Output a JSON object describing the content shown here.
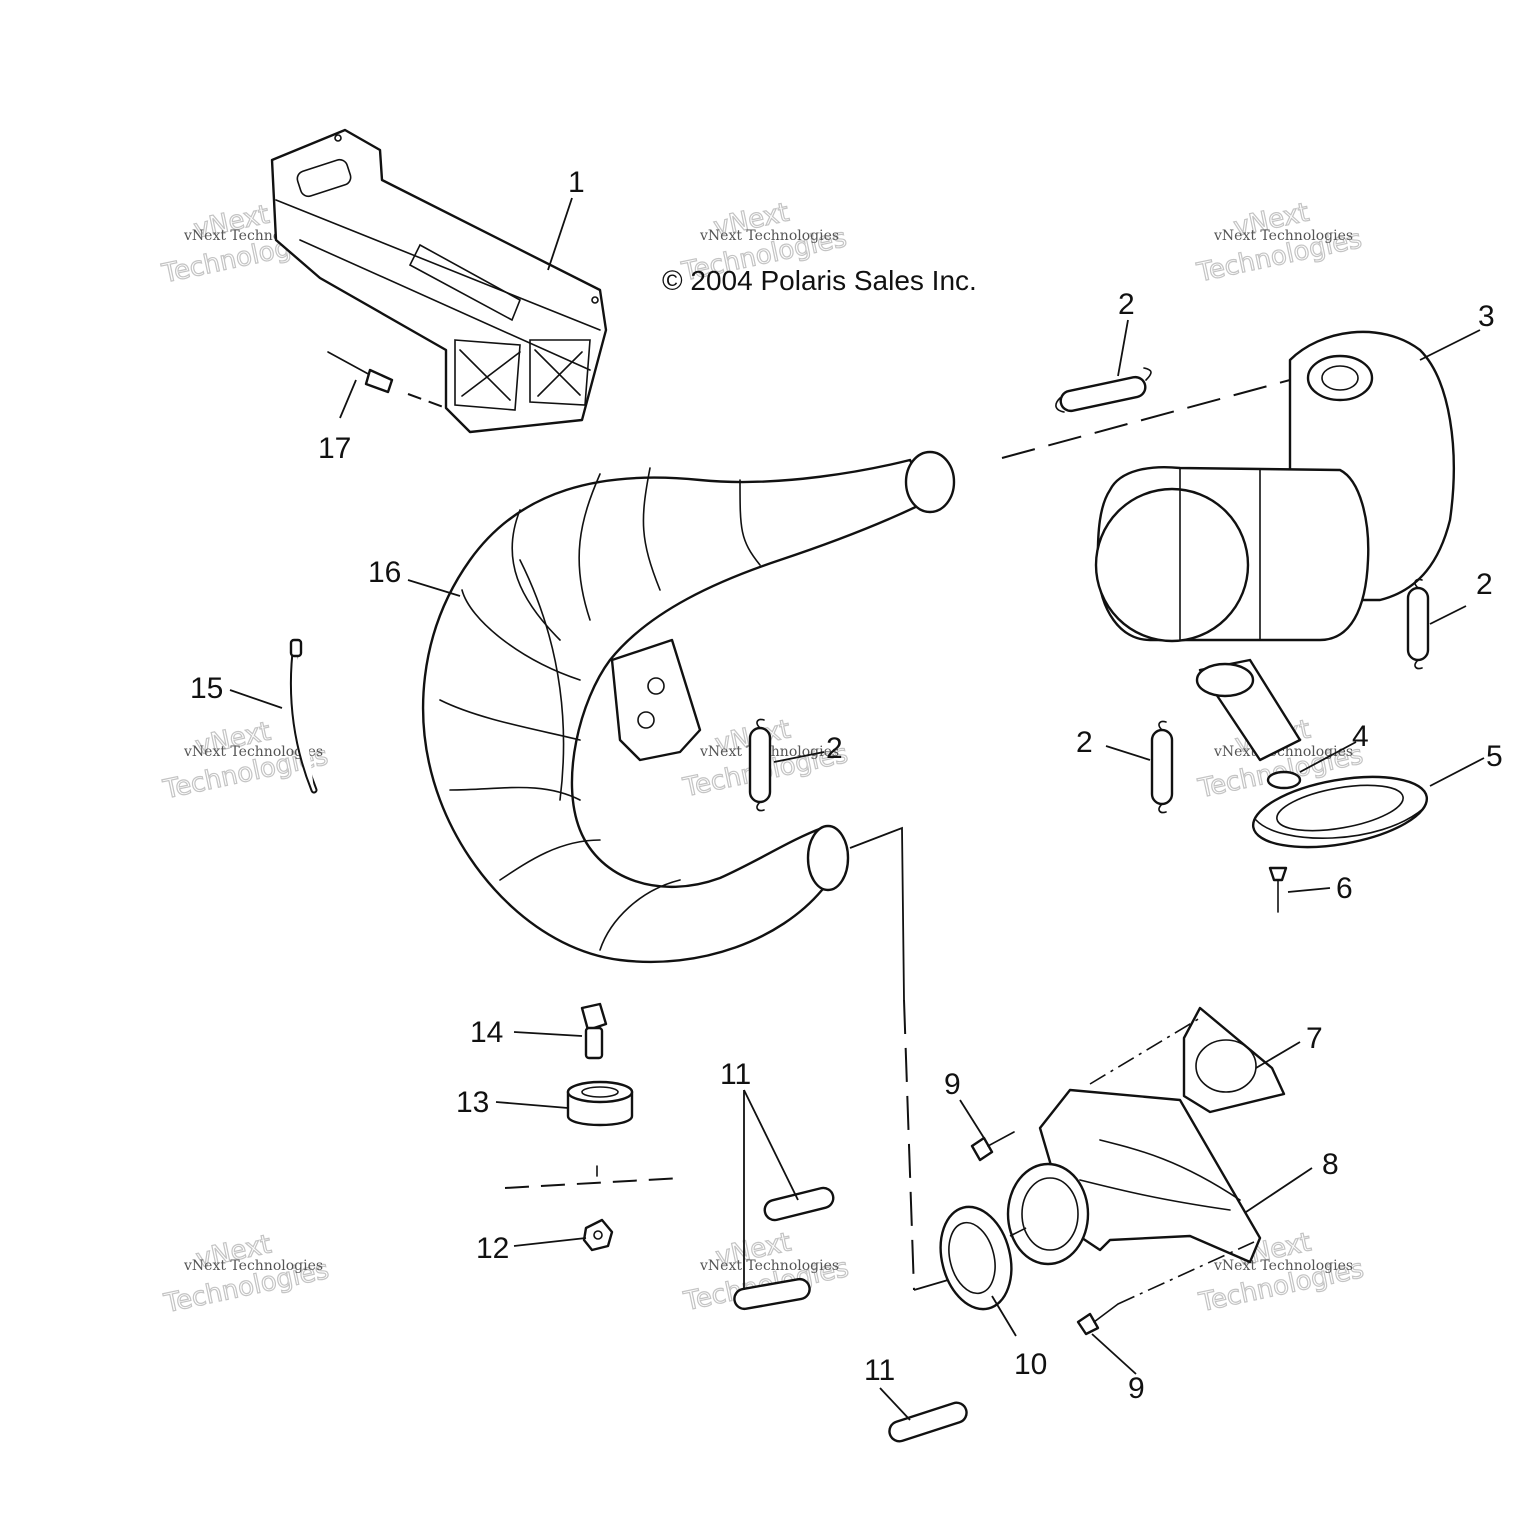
{
  "copyright": "© 2004 Polaris Sales Inc.",
  "watermark": {
    "brand": "vNext",
    "company": "Technologies",
    "full": "vNext Technologies"
  },
  "callouts": {
    "c1": "1",
    "c2a": "2",
    "c2b": "2",
    "c2c": "2",
    "c2d": "2",
    "c3": "3",
    "c4": "4",
    "c5": "5",
    "c6": "6",
    "c7": "7",
    "c8": "8",
    "c9a": "9",
    "c9b": "9",
    "c10": "10",
    "c11a": "11",
    "c11b": "11",
    "c12": "12",
    "c13": "13",
    "c14": "14",
    "c15": "15",
    "c16": "16",
    "c17": "17"
  },
  "colors": {
    "line": "#111111",
    "watermark": "#c4c4c4",
    "background": "#ffffff"
  }
}
